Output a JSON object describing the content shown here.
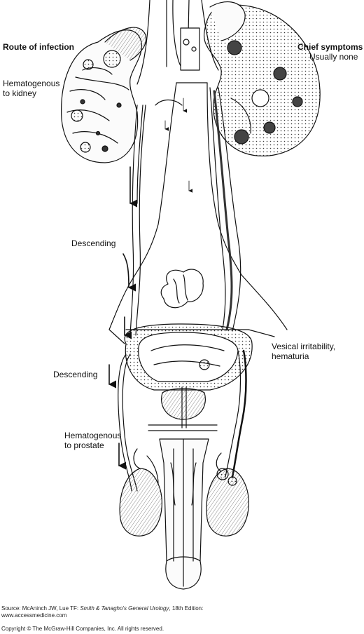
{
  "labels": {
    "route_of_infection": "Route of infection",
    "hematogenous_kidney_1": "Hematogenous",
    "hematogenous_kidney_2": "to kidney",
    "chief_symptoms": "Chief symptoms",
    "usually_none": "Usually none",
    "descending_upper": "Descending",
    "vesical_1": "Vesical irritability,",
    "vesical_2": "hematuria",
    "descending_lower": "Descending",
    "hematogenous_prostate_1": "Hematogenous",
    "hematogenous_prostate_2": "to prostate"
  },
  "source": {
    "prefix": "Source: McAninch JW, Lue TF: ",
    "book_title": "Smith & Tanagho's General Urology",
    "suffix": ", 18th Edition:",
    "website": "www.accessmedicine.com",
    "copyright": "Copyright © The McGraw-Hill Companies, Inc. All rights reserved."
  }
}
